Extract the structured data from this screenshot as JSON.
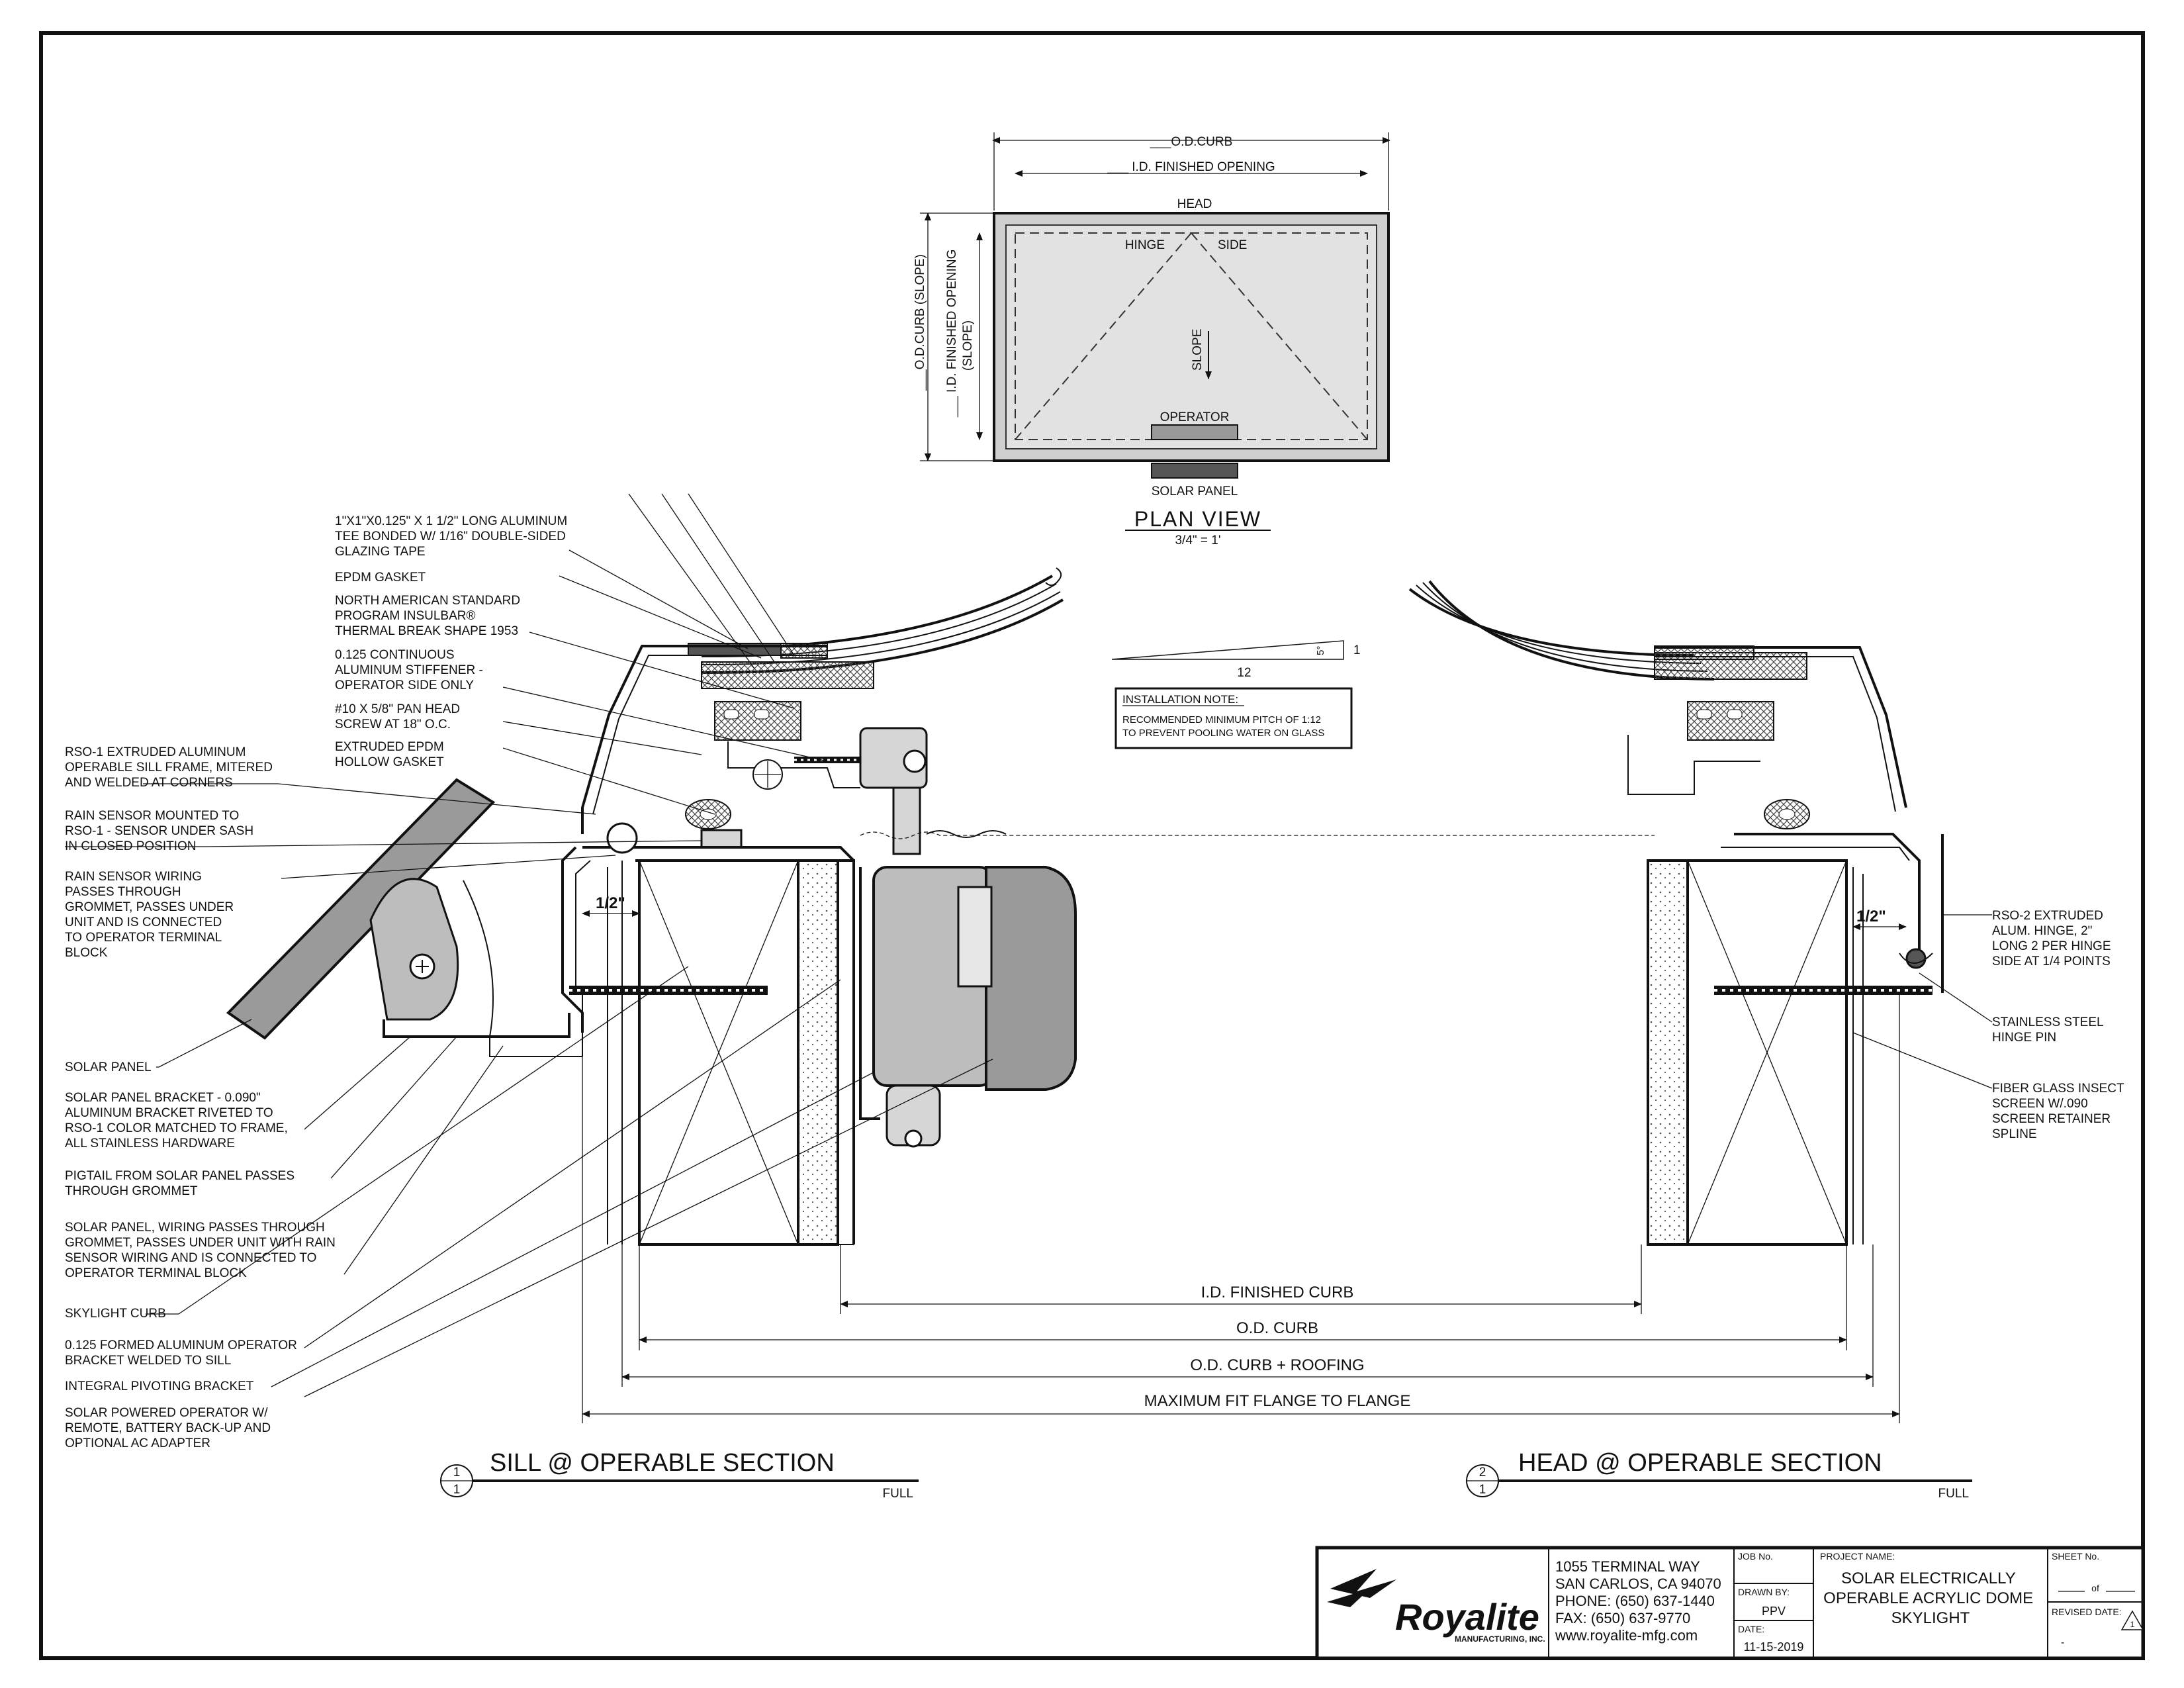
{
  "plan_view": {
    "od_curb": "___O.D.CURB",
    "id_opening": "___ I.D. FINISHED OPENING",
    "head": "HEAD",
    "hinge": "HINGE",
    "side": "SIDE",
    "slope": "SLOPE",
    "operator": "OPERATOR",
    "solar_panel": "SOLAR PANEL",
    "od_curb_slope": "___O.D.CURB (SLOPE)",
    "id_opening_slope_1": "___ I.D. FINISHED OPENING",
    "id_opening_slope_2": "(SLOPE)",
    "title": "PLAN VIEW",
    "scale": "3/4\" = 1'"
  },
  "pitch": {
    "rise": "1",
    "run": "12",
    "angle": "5°"
  },
  "installation_note": {
    "heading": "INSTALLATION NOTE:",
    "line1": "RECOMMENDED MINIMUM PITCH OF 1:12",
    "line2": "TO PREVENT POOLING WATER ON GLASS"
  },
  "callouts_left_upper": [
    {
      "lines": [
        "1\"X1\"X0.125\" X 1 1/2\" LONG ALUMINUM",
        "TEE BONDED W/ 1/16\" DOUBLE-SIDED",
        "GLAZING TAPE"
      ]
    },
    {
      "lines": [
        "EPDM GASKET"
      ]
    },
    {
      "lines": [
        "NORTH AMERICAN STANDARD",
        "PROGRAM INSULBAR®",
        "THERMAL BREAK SHAPE 1953"
      ]
    },
    {
      "lines": [
        "0.125 CONTINUOUS",
        "ALUMINUM STIFFENER -",
        "OPERATOR SIDE ONLY"
      ]
    },
    {
      "lines": [
        "#10 X 5/8\" PAN HEAD",
        "SCREW  AT 18\" O.C."
      ]
    },
    {
      "lines": [
        "EXTRUDED EPDM",
        "HOLLOW GASKET"
      ]
    }
  ],
  "callouts_left": [
    {
      "lines": [
        "RSO-1 EXTRUDED ALUMINUM",
        "OPERABLE SILL FRAME, MITERED",
        "AND WELDED AT CORNERS"
      ]
    },
    {
      "lines": [
        "RAIN SENSOR MOUNTED TO",
        "RSO-1 - SENSOR UNDER SASH",
        "IN CLOSED POSITION"
      ]
    },
    {
      "lines": [
        "RAIN SENSOR WIRING",
        "PASSES THROUGH",
        "GROMMET, PASSES UNDER",
        "UNIT AND IS CONNECTED",
        "TO OPERATOR TERMINAL",
        "BLOCK"
      ]
    },
    {
      "lines": [
        "SOLAR PANEL"
      ]
    },
    {
      "lines": [
        "SOLAR PANEL BRACKET - 0.090\"",
        "ALUMINUM BRACKET RIVETED TO",
        "RSO-1 COLOR MATCHED TO FRAME,",
        "ALL STAINLESS HARDWARE"
      ]
    },
    {
      "lines": [
        "PIGTAIL FROM SOLAR PANEL PASSES",
        "THROUGH GROMMET"
      ]
    },
    {
      "lines": [
        "SOLAR PANEL, WIRING PASSES THROUGH",
        "GROMMET, PASSES UNDER UNIT WITH RAIN",
        "SENSOR WIRING AND IS CONNECTED TO",
        "OPERATOR TERMINAL BLOCK"
      ]
    },
    {
      "lines": [
        "SKYLIGHT CURB"
      ]
    },
    {
      "lines": [
        "0.125 FORMED ALUMINUM OPERATOR",
        "BRACKET WELDED TO SILL"
      ]
    },
    {
      "lines": [
        "INTEGRAL PIVOTING BRACKET"
      ]
    },
    {
      "lines": [
        "SOLAR POWERED OPERATOR W/",
        "REMOTE, BATTERY BACK-UP AND",
        "OPTIONAL AC ADAPTER"
      ]
    }
  ],
  "callouts_right": [
    {
      "lines": [
        "RSO-2 EXTRUDED",
        "ALUM. HINGE, 2\"",
        "LONG 2 PER HINGE",
        "SIDE AT 1/4 POINTS"
      ]
    },
    {
      "lines": [
        "STAINLESS STEEL",
        "HINGE PIN"
      ]
    },
    {
      "lines": [
        "FIBER GLASS INSECT",
        "SCREEN W/.090",
        "SCREEN RETAINER",
        "SPLINE"
      ]
    }
  ],
  "half_inch": "1/2\"",
  "dimensions": {
    "id_curb": "I.D. FINISHED CURB",
    "od_curb": "O.D. CURB",
    "od_roofing": "O.D. CURB + ROOFING",
    "max_fit": "MAXIMUM FIT FLANGE TO FLANGE"
  },
  "sections": {
    "sill": {
      "num": "1",
      "sheet": "1",
      "title": "SILL @ OPERABLE SECTION",
      "scale": "FULL"
    },
    "head": {
      "num": "2",
      "sheet": "1",
      "title": "HEAD @ OPERABLE SECTION",
      "scale": "FULL"
    }
  },
  "title_block": {
    "brand": "Royalite",
    "brand_sub": "MANUFACTURING, INC.",
    "address1": "1055 TERMINAL WAY",
    "address2": "SAN CARLOS, CA 94070",
    "phone": "PHONE: (650) 637-1440",
    "fax": "FAX: (650) 637-9770",
    "web": "www.royalite-mfg.com",
    "job_label": "JOB No.",
    "drawn_label": "DRAWN BY:",
    "drawn_value": "PPV",
    "date_label": "DATE:",
    "date_value": "11-15-2019",
    "project_label": "PROJECT NAME:",
    "project_line1": "SOLAR ELECTRICALLY",
    "project_line2": "OPERABLE ACRYLIC DOME",
    "project_line3": "SKYLIGHT",
    "sheet_label": "SHEET No.",
    "sheet_of": "of",
    "revised_label": "REVISED DATE:",
    "revised_value": "-",
    "rev_mark": "1"
  }
}
